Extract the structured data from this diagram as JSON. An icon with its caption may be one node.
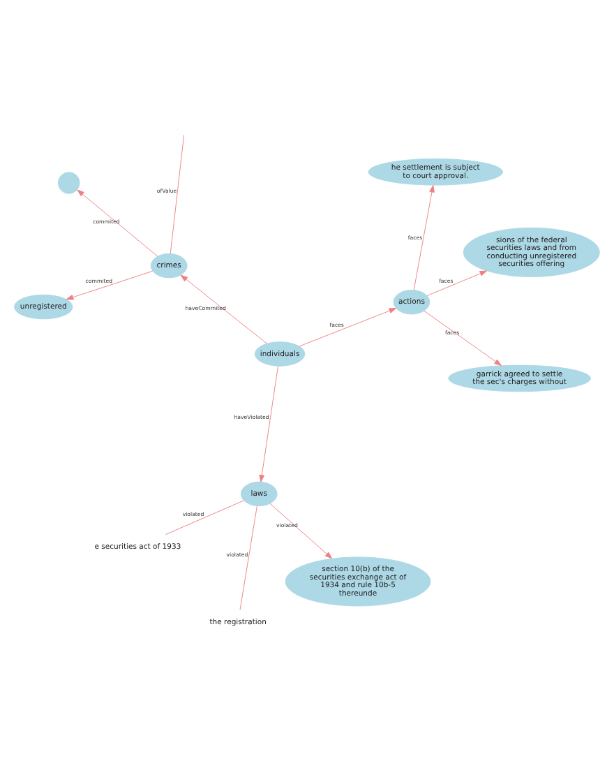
{
  "diagram": {
    "nodes": [
      {
        "text": [
          "unregistered"
        ]
      },
      {
        "text": [
          "sions of the federal securities laws and from conducting unregistered securities offering"
        ]
      },
      {
        "text": [
          "crimes"
        ]
      },
      {
        "text": [],
        "shape": "circle"
      },
      {
        "text": [
          "actions"
        ]
      },
      {
        "text": [
          "individuals"
        ]
      },
      {
        "text": [
          "the registration"
        ]
      },
      {
        "text": [
          "laws"
        ]
      },
      {
        "text": [
          "e securities act of 1933"
        ]
      },
      {
        "text": [
          "garrick agreed to settle the sec's charges without"
        ]
      },
      {
        "text": [
          "section 10(b) of the securities exchange act of 1934 and rule 10b-5 thereunde"
        ]
      },
      {
        "text": [
          "he settlement is subject to court approval."
        ]
      }
    ],
    "edges": [
      {
        "from": 2,
        "to": 0,
        "arrow": "to",
        "label": "commited"
      },
      {
        "from": 2,
        "to": 3,
        "arrow": "to",
        "label": "commited"
      },
      {
        "from": 2,
        "to": null,
        "arrow": "none",
        "label": "ofValue"
      },
      {
        "from": 4,
        "to": 1,
        "arrow": "to",
        "label": "faces"
      },
      {
        "from": 5,
        "to": 2,
        "arrow": "to",
        "label": "haveCommited"
      },
      {
        "from": 5,
        "to": 4,
        "arrow": "to",
        "label": "faces"
      },
      {
        "from": 5,
        "to": 7,
        "arrow": "to",
        "label": "haveViolated"
      },
      {
        "from": 7,
        "to": 8,
        "arrow": "none",
        "label": "violated"
      },
      {
        "from": 7,
        "to": 6,
        "arrow": "none",
        "label": "violated"
      },
      {
        "from": 7,
        "to": 10,
        "arrow": "to",
        "label": "violated"
      },
      {
        "from": 4,
        "to": 9,
        "arrow": "to",
        "label": "faces"
      },
      {
        "from": 4,
        "to": 11,
        "arrow": "to",
        "label": "faces"
      }
    ]
  }
}
